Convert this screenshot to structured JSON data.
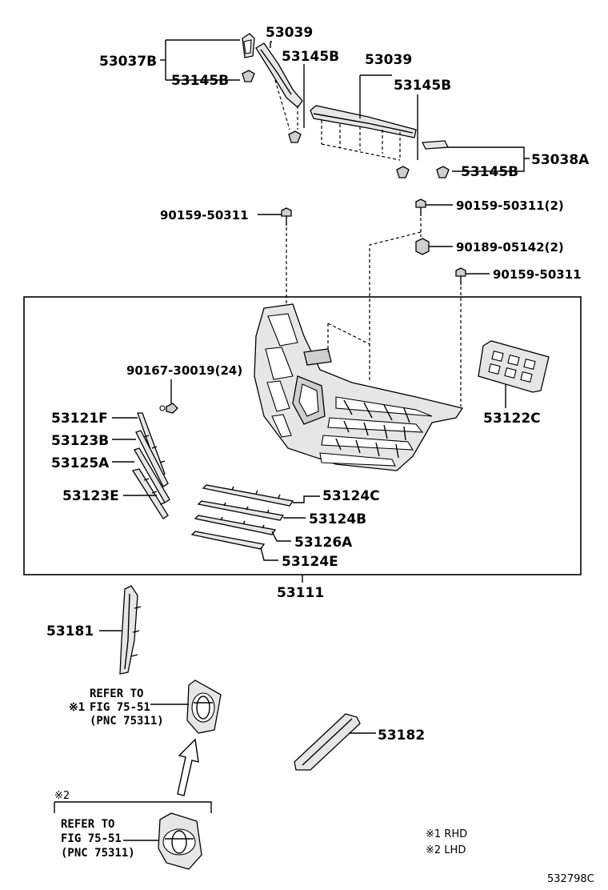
{
  "labels": {
    "p53039_a": "53039",
    "p53145B_a": "53145B",
    "p53037B": "53037B",
    "p53145B_b": "53145B",
    "p53039_b": "53039",
    "p53145B_c": "53145B",
    "p53038A": "53038A",
    "p53145B_d": "53145B",
    "p90159_a": "90159-50311",
    "p90159_b": "90159-50311(2)",
    "p90189": "90189-05142(2)",
    "p90159_c": "90159-50311",
    "p90167": "90167-30019(24)",
    "p53121F": "53121F",
    "p53123B": "53123B",
    "p53125A": "53125A",
    "p53123E": "53123E",
    "p53122C": "53122C",
    "p53124C": "53124C",
    "p53124B": "53124B",
    "p53126A": "53126A",
    "p53124E": "53124E",
    "p53111": "53111",
    "p53181": "53181",
    "p53182": "53182"
  },
  "refer1": {
    "mark": "※1",
    "line1": "REFER TO",
    "line2": "FIG 75-51",
    "line3": "(PNC 75311)"
  },
  "refer2": {
    "mark": "※2",
    "line1": "REFER TO",
    "line2": "FIG 75-51",
    "line3": "(PNC 75311)"
  },
  "legend": {
    "rhd": "※1 RHD",
    "lhd": "※2 LHD"
  },
  "figure_id": "532798C"
}
